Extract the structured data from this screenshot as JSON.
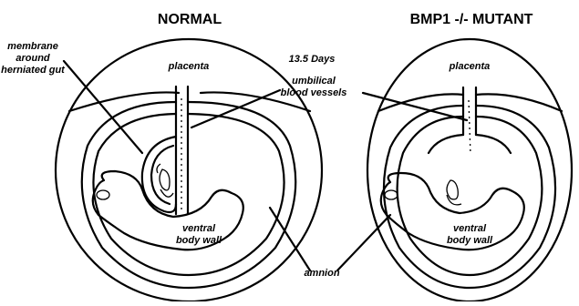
{
  "headers": {
    "normal": "NORMAL",
    "mutant": "BMP1 -/- MUTANT"
  },
  "labels": {
    "membrane_line1": "membrane",
    "membrane_line2": "around",
    "membrane_line3": "herniated gut",
    "placenta_left": "placenta",
    "placenta_right": "placenta",
    "days": "13.5 Days",
    "umbilical_line1": "umbilical",
    "umbilical_line2": "blood vessels",
    "ventral_left_line1": "ventral",
    "ventral_left_line2": "body wall",
    "ventral_right_line1": "ventral",
    "ventral_right_line2": "body wall",
    "amnion": "amnion"
  }
}
